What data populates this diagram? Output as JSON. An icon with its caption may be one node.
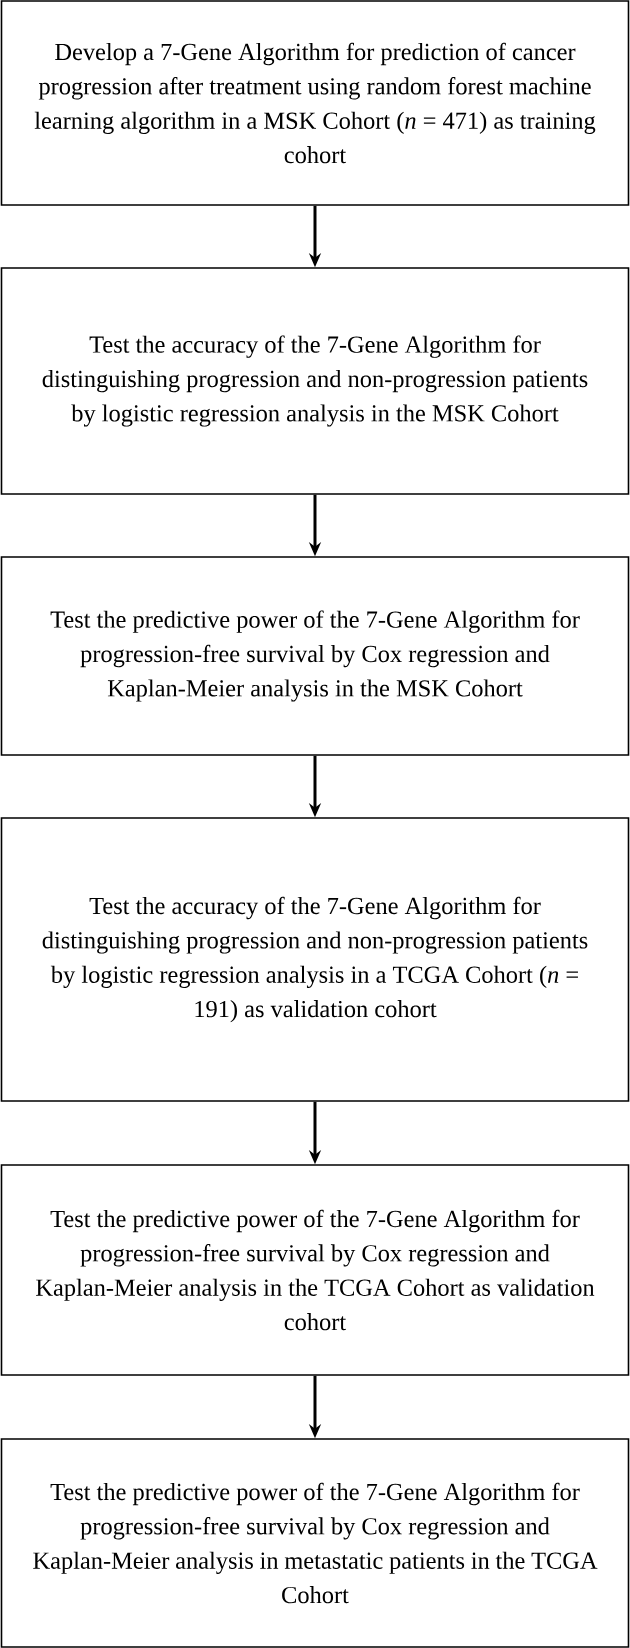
{
  "diagram": {
    "nodes": [
      {
        "text": [
          "Develop a 7-Gene Algorithm for prediction of cancer progression after treatment using random forest machine learning algorithm in a MSK Cohort (*n* = 471) as training cohort"
        ]
      },
      {
        "text": [
          "Test the accuracy of the 7-Gene Algorithm for distinguishing progression and non-progression patients by logistic regression analysis in the MSK Cohort"
        ]
      },
      {
        "text": [
          "Test the predictive power of the 7-Gene Algorithm for progression-free survival by Cox regression and Kaplan-Meier analysis in the MSK Cohort"
        ]
      },
      {
        "text": [
          "Test the accuracy of the 7-Gene Algorithm for distinguishing progression and non-progression patients by logistic regression analysis in a TCGA Cohort (*n* = 191) as validation cohort"
        ]
      },
      {
        "text": [
          "Test the predictive power of the 7-Gene Algorithm for progression-free survival by Cox regression and Kaplan-Meier analysis in the TCGA Cohort as validation cohort"
        ]
      },
      {
        "text": [
          "Test the predictive power of the 7-Gene Algorithm for progression-free survival by Cox regression and Kaplan-Meier analysis in metastatic patients in the TCGA Cohort"
        ]
      }
    ],
    "edges": [
      {
        "from": 0,
        "to": 1,
        "arrow": "to"
      },
      {
        "from": 1,
        "to": 2,
        "arrow": "to"
      },
      {
        "from": 2,
        "to": 3,
        "arrow": "to"
      },
      {
        "from": 3,
        "to": 4,
        "arrow": "to"
      },
      {
        "from": 4,
        "to": 5,
        "arrow": "to"
      }
    ]
  }
}
